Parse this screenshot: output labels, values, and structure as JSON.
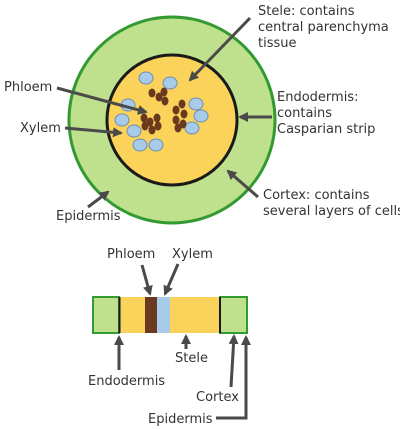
{
  "colors": {
    "epidermis": "#339933",
    "cortex": "#bfe08c",
    "stele": "#fcd35a",
    "endodermis": "#1a1a1a",
    "xylem": "#a9cbea",
    "xylem_stroke": "#6b8fb3",
    "phloem": "#6b3a1e",
    "arrow": "#4a4a4a",
    "text": "#333333"
  },
  "cross_section": {
    "labels": {
      "stele_line1": "Stele: contains",
      "stele_line2": "central parenchyma",
      "stele_line3": "tissue",
      "phloem": "Phloem",
      "xylem": "Xylem",
      "endodermis_line1": "Endodermis:",
      "endodermis_line2": "contains",
      "endodermis_line3": "Casparian strip",
      "cortex_line1": "Cortex: contains",
      "cortex_line2": "several layers of cells",
      "epidermis": "Epidermis"
    }
  },
  "longitudinal_strip": {
    "labels": {
      "phloem": "Phloem",
      "xylem": "Xylem",
      "endodermis": "Endodermis",
      "stele": "Stele",
      "cortex": "Cortex",
      "epidermis": "Epidermis"
    }
  }
}
